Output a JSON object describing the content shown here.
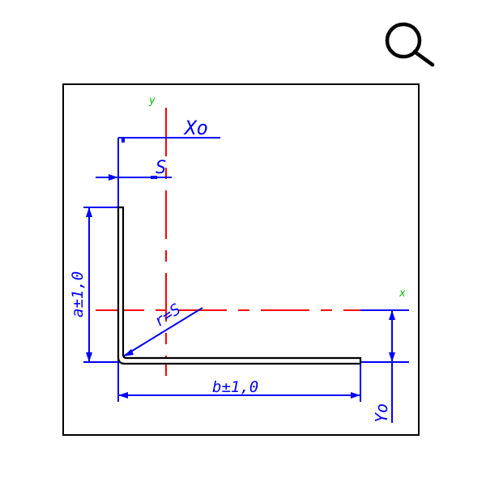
{
  "toolbar": {
    "zoom_icon": "magnifier-icon"
  },
  "drawing": {
    "axis_y_label": "y",
    "axis_x_label": "x",
    "xo_label": "Xo",
    "s_label": "S",
    "a_label": "a±1,0",
    "b_label": "b±1,0",
    "r_label": "r=S",
    "yo_label": "Yo"
  },
  "colors": {
    "dimension": "#0000ff",
    "centerline": "#ff0000",
    "axis_label": "#00c000",
    "profile": "#000000"
  }
}
